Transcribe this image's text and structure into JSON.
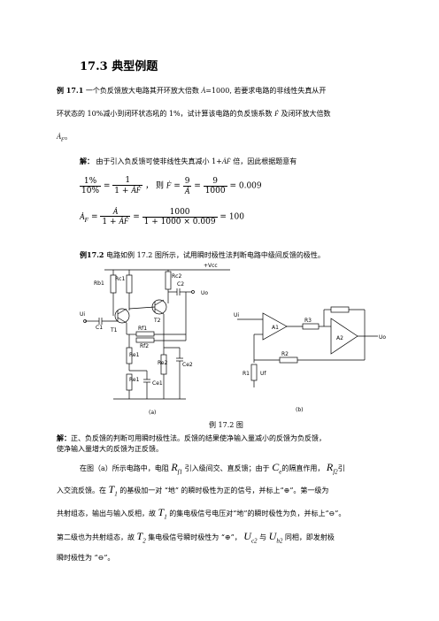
{
  "section_title": "17.3 典型例题",
  "ex1": {
    "label": "例  17.1",
    "text_a": "一个负反馈放大电路其开环放大倍数",
    "A_val": "=1000,",
    "text_b": "若要求电路的非线性失真从开",
    "line2_a": "环状态的   10%减小到闭环状态吼的   1%，试计算该电路的负反馈系数",
    "line2_b": "及闭环放大倍数",
    "line3_end": "。",
    "sol_label": "解：",
    "sol_text_a": "由于引入负反馈可使非线性失真减小 1+",
    "sol_text_b": "倍，因此根据题意有",
    "eq1_left_num": "1%",
    "eq1_left_den": "10%",
    "eq1_mid_num": "1",
    "eq1_mid_den": "1 +",
    "eq1_then": "，  则",
    "eq1_f_num1": "9",
    "eq1_f_num2": "9",
    "eq1_f_den2": "1000",
    "eq1_result": "= 0.009",
    "eq2_num": "1000",
    "eq2_den": "1 + 1000 × 0.009",
    "eq2_result": "= 100"
  },
  "ex2": {
    "label": "例17.2",
    "text": "电路如例 17.2 图所示，试用瞬时极性法判断电路中级间反馈的极性。",
    "caption": "例 17.2 图",
    "sol_label": "解：",
    "sol_p1": "正、负反馈的判断可用瞬时极性法。反馈的结果使净输入量减小的反馈为负反馈，",
    "sol_p1b": "使净输入量增大的反馈为正反馈。",
    "p2_a": "在图（a）所示电路中，电阻",
    "p2_b": "引入级间交、直反馈；由于",
    "p2_c": "的隔直作用，",
    "p2_d": "引",
    "p3_a": "入交流反馈。在",
    "p3_b": "的基极加一对 “地” 的瞬时极性为正的信号，并标上“⊕”。第一级为",
    "p4_a": "共射组态，输出与输入反相，故",
    "p4_b": "的集电极信号电压对“地”的瞬时极性为负，并标上“⊖”。",
    "p5_a": "第二级也为共射组态，故",
    "p5_b": "集电极信号瞬时极性为 “⊕”，",
    "p5_c": "与",
    "p5_d": "同相，即发射极",
    "p6": "瞬时极性为 “⊖”。"
  },
  "circuit_a": {
    "vcc": "+Vcc",
    "rb1": "Rb1",
    "rc1": "Rc1",
    "rc2": "Rc2",
    "c2": "C2",
    "uo": "Uo",
    "ui": "Ui",
    "c1": "C1",
    "t1": "T1",
    "t2": "T2",
    "rf1": "Rf1",
    "rf2": "Rf2",
    "re1": "Re1",
    "re2": "Re2",
    "ce1": "Ce1",
    "ce2": "Ce2",
    "label": "(a)"
  },
  "circuit_b": {
    "ui": "Ui",
    "a1": "A1",
    "a2": "A2",
    "r3": "R3",
    "r2": "R2",
    "r1": "R1",
    "uf": "Uf",
    "uo": "Uo",
    "label": "(b)"
  }
}
